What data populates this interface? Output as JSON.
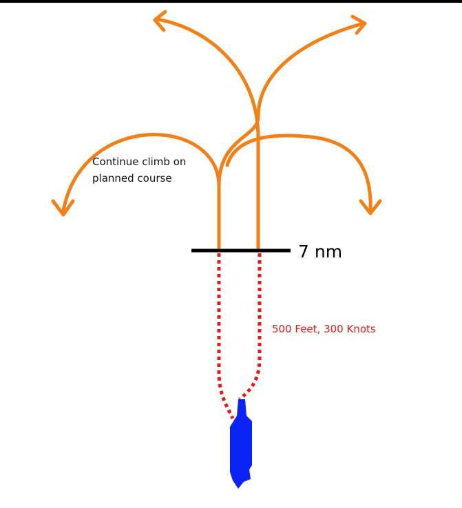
{
  "diagram": {
    "climb_label_line1": "Continue climb on",
    "climb_label_line2": "planned course",
    "distance_label": "7 nm",
    "altitude_speed_label": "500 Feet, 300 Knots"
  },
  "colors": {
    "departure_paths": "#f28018",
    "approach_track": "#e8191a",
    "ship": "#0b24f5",
    "line": "#000000",
    "background": "#ffffff"
  },
  "icons": {
    "ship": "carrier-silhouette-icon"
  }
}
